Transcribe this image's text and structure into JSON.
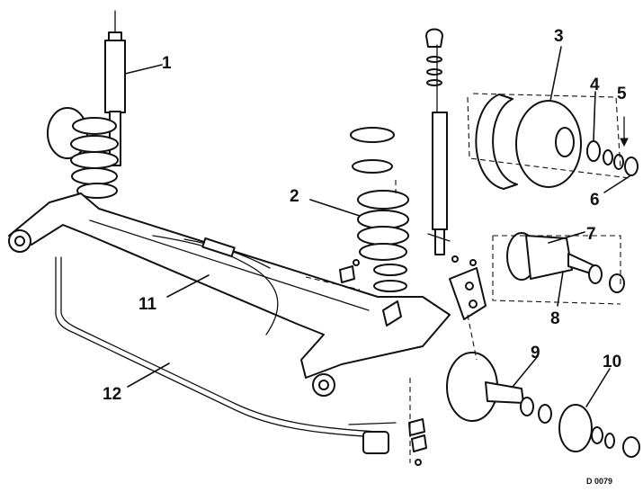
{
  "diagram": {
    "callouts": [
      {
        "id": "1",
        "label": "1"
      },
      {
        "id": "2",
        "label": "2"
      },
      {
        "id": "3",
        "label": "3"
      },
      {
        "id": "4",
        "label": "4"
      },
      {
        "id": "5",
        "label": "5"
      },
      {
        "id": "6",
        "label": "6"
      },
      {
        "id": "7",
        "label": "7"
      },
      {
        "id": "8",
        "label": "8"
      },
      {
        "id": "9",
        "label": "9"
      },
      {
        "id": "10",
        "label": "10"
      },
      {
        "id": "11",
        "label": "11"
      },
      {
        "id": "12",
        "label": "12"
      }
    ],
    "reference_code": "D 0079"
  }
}
